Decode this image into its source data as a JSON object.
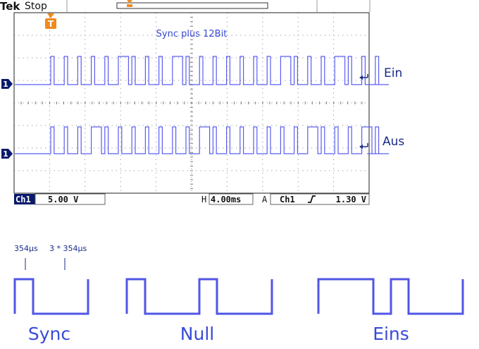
{
  "header": {
    "brand": "Tek",
    "status": "Stop",
    "trigger_marker": "T"
  },
  "screen": {
    "title": "Sync plus 12Bit",
    "channel_marker": "1",
    "traces": [
      {
        "label": "Ein",
        "bits": [
          0,
          0,
          1,
          0,
          1,
          0,
          0,
          0,
          1,
          0,
          1,
          0
        ]
      },
      {
        "label": "Aus",
        "bits": [
          0,
          1,
          0,
          0,
          0,
          1,
          0,
          0,
          0,
          1,
          0,
          1
        ]
      }
    ]
  },
  "status_bar": {
    "channel": "Ch1",
    "volts_div": "5.00 V",
    "horizontal_prefix": "H",
    "time_div": "4.00ms",
    "trigger_mode": "A",
    "trigger_channel": "Ch1",
    "trigger_slope": "rising",
    "trigger_level": "1.30 V"
  },
  "legend": {
    "short_pulse": "354µs",
    "long_pulse": "3 * 354µs",
    "symbols": [
      {
        "label": "Sync",
        "kind": "sync"
      },
      {
        "label": "Null",
        "kind": "zero"
      },
      {
        "label": "Eins",
        "kind": "one"
      }
    ]
  },
  "colors": {
    "trace": "#5a5df0",
    "signal": "#5055e6",
    "accent": "#1a2a8a",
    "trigger": "#f08a1e",
    "grid": "#7d7d7d"
  }
}
